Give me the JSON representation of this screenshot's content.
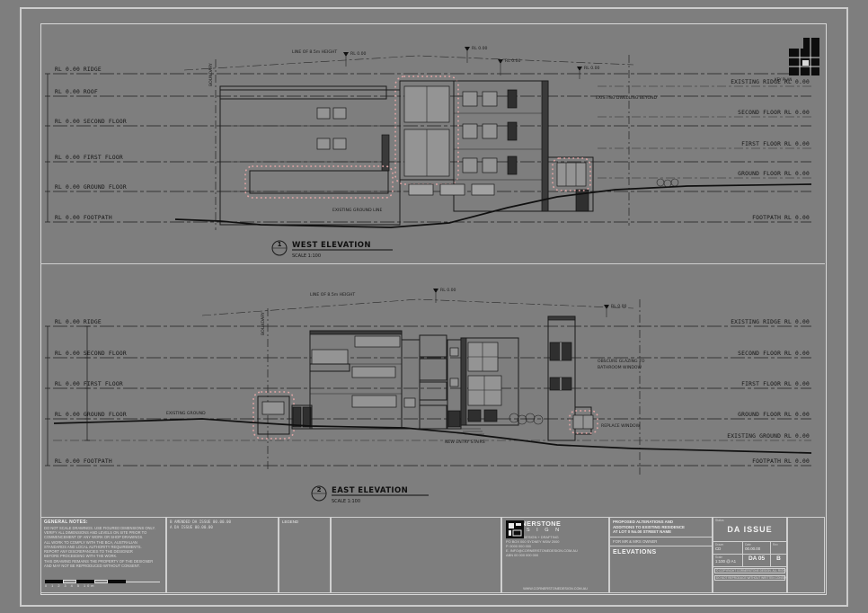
{
  "top_elevation": {
    "detail_number": "1",
    "title": "WEST ELEVATION",
    "scale_note": "SCALE 1:100",
    "marker_label": "RL 0.00",
    "left_levels": [
      "RL 0.00  RIDGE",
      "RL 0.00  ROOF",
      "RL 0.00  SECOND FLOOR",
      "RL 0.00  FIRST FLOOR",
      "RL 0.00  GROUND FLOOR",
      "RL 0.00  FOOTPATH"
    ],
    "right_levels": [
      "EXISTING RIDGE  RL 0.00",
      "SECOND FLOOR  RL 0.00",
      "FIRST FLOOR  RL 0.00",
      "GROUND FLOOR  RL 0.00",
      "FOOTPATH  RL 0.00"
    ],
    "annotations": {
      "height_line": "LINE OF 8.5m HEIGHT",
      "ground_line": "EXISTING GROUND LINE",
      "boundary": "BOUNDARY",
      "beyond": "EXISTING DWELLING BEYOND"
    }
  },
  "bottom_elevation": {
    "detail_number": "2",
    "title": "EAST ELEVATION",
    "scale_note": "SCALE 1:100",
    "marker_label": "RL 0.00",
    "left_levels": [
      "RL 0.00  RIDGE",
      "RL 0.00  SECOND FLOOR",
      "RL 0.00  FIRST FLOOR",
      "RL 0.00  GROUND FLOOR",
      "RL 0.00  FOOTPATH"
    ],
    "right_levels": [
      "EXISTING RIDGE  RL 0.00",
      "SECOND FLOOR  RL 0.00",
      "FIRST FLOOR  RL 0.00",
      "GROUND FLOOR  RL 0.00",
      "EXISTING GROUND  RL 0.00",
      "FOOTPATH  RL 0.00"
    ],
    "annotations": {
      "height_line": "LINE OF 8.5m HEIGHT",
      "ground": "EXISTING GROUND",
      "boundary": "BOUNDARY",
      "stairs": "NEW ENTRY STAIRS",
      "window": "REPLACE WINDOW",
      "glazing_1": "OBSCURE GLAZING TO",
      "glazing_2": "BATHROOM WINDOW"
    }
  },
  "key_plan_caption": "KEY PLAN",
  "title_block": {
    "notes": {
      "header": "GENERAL NOTES:",
      "lines": [
        "DO NOT SCALE DRAWINGS. USE FIGURED DIMENSIONS ONLY.",
        "VERIFY ALL DIMENSIONS AND LEVELS ON SITE PRIOR TO",
        "COMMENCEMENT OF ANY WORK OR SHOP DRAWINGS.",
        "ALL WORK TO COMPLY WITH THE BCA, AUSTRALIAN",
        "STANDARDS AND LOCAL AUTHORITY REQUIREMENTS.",
        "REPORT ANY DISCREPANCIES TO THE DESIGNER",
        "BEFORE PROCEEDING WITH THE WORK.",
        "THIS DRAWING REMAINS THE PROPERTY OF THE DESIGNER",
        "AND MAY NOT BE REPRODUCED WITHOUT CONSENT."
      ],
      "scale_ticks": "0   1   2   3   4   5          10m"
    },
    "revisions": {
      "row_1": "B  AMENDED DA ISSUE    00.00.00",
      "row_2": "A  DA ISSUE            00.00.00"
    },
    "legend_header": "LEGEND",
    "logo": {
      "name": "CORNERSTONE",
      "sub": "D E S I G N",
      "lines": [
        "BUILDING DESIGN + DRAFTING",
        "PO BOX 000  SYDNEY NSW 2000",
        "P. 0000 000 000",
        "E. INFO@CORNERSTONEDESIGN.COM.AU",
        "ABN 00 000 000 000"
      ],
      "footer": "WWW.CORNERSTONEDESIGN.COM.AU"
    },
    "project": {
      "description_1": "PROPOSED ALTERATIONS AND",
      "description_2": "ADDITIONS TO EXISTING RESIDENCE",
      "description_3": "AT LOT 0 No.00 STREET NAME",
      "client": "FOR MR & MRS OWNER",
      "drawing_title": "ELEVATIONS"
    },
    "issue": {
      "status_label": "Status",
      "status": "DA ISSUE",
      "drawn_label": "Drawn",
      "drawn": "CD",
      "date_label": "Date",
      "date": "00.00.00",
      "rev_label": "Rev",
      "scale_label": "Scale",
      "scale": "1:100 @ A1",
      "dwg_no": "DA 05",
      "rev": "B",
      "copyright_1": "© COPYRIGHT CORNERSTONE DESIGN. ALL RIGHTS RESERVED.",
      "copyright_2": "DO NOT REPRODUCE WITHOUT WRITTEN CONSENT."
    }
  }
}
